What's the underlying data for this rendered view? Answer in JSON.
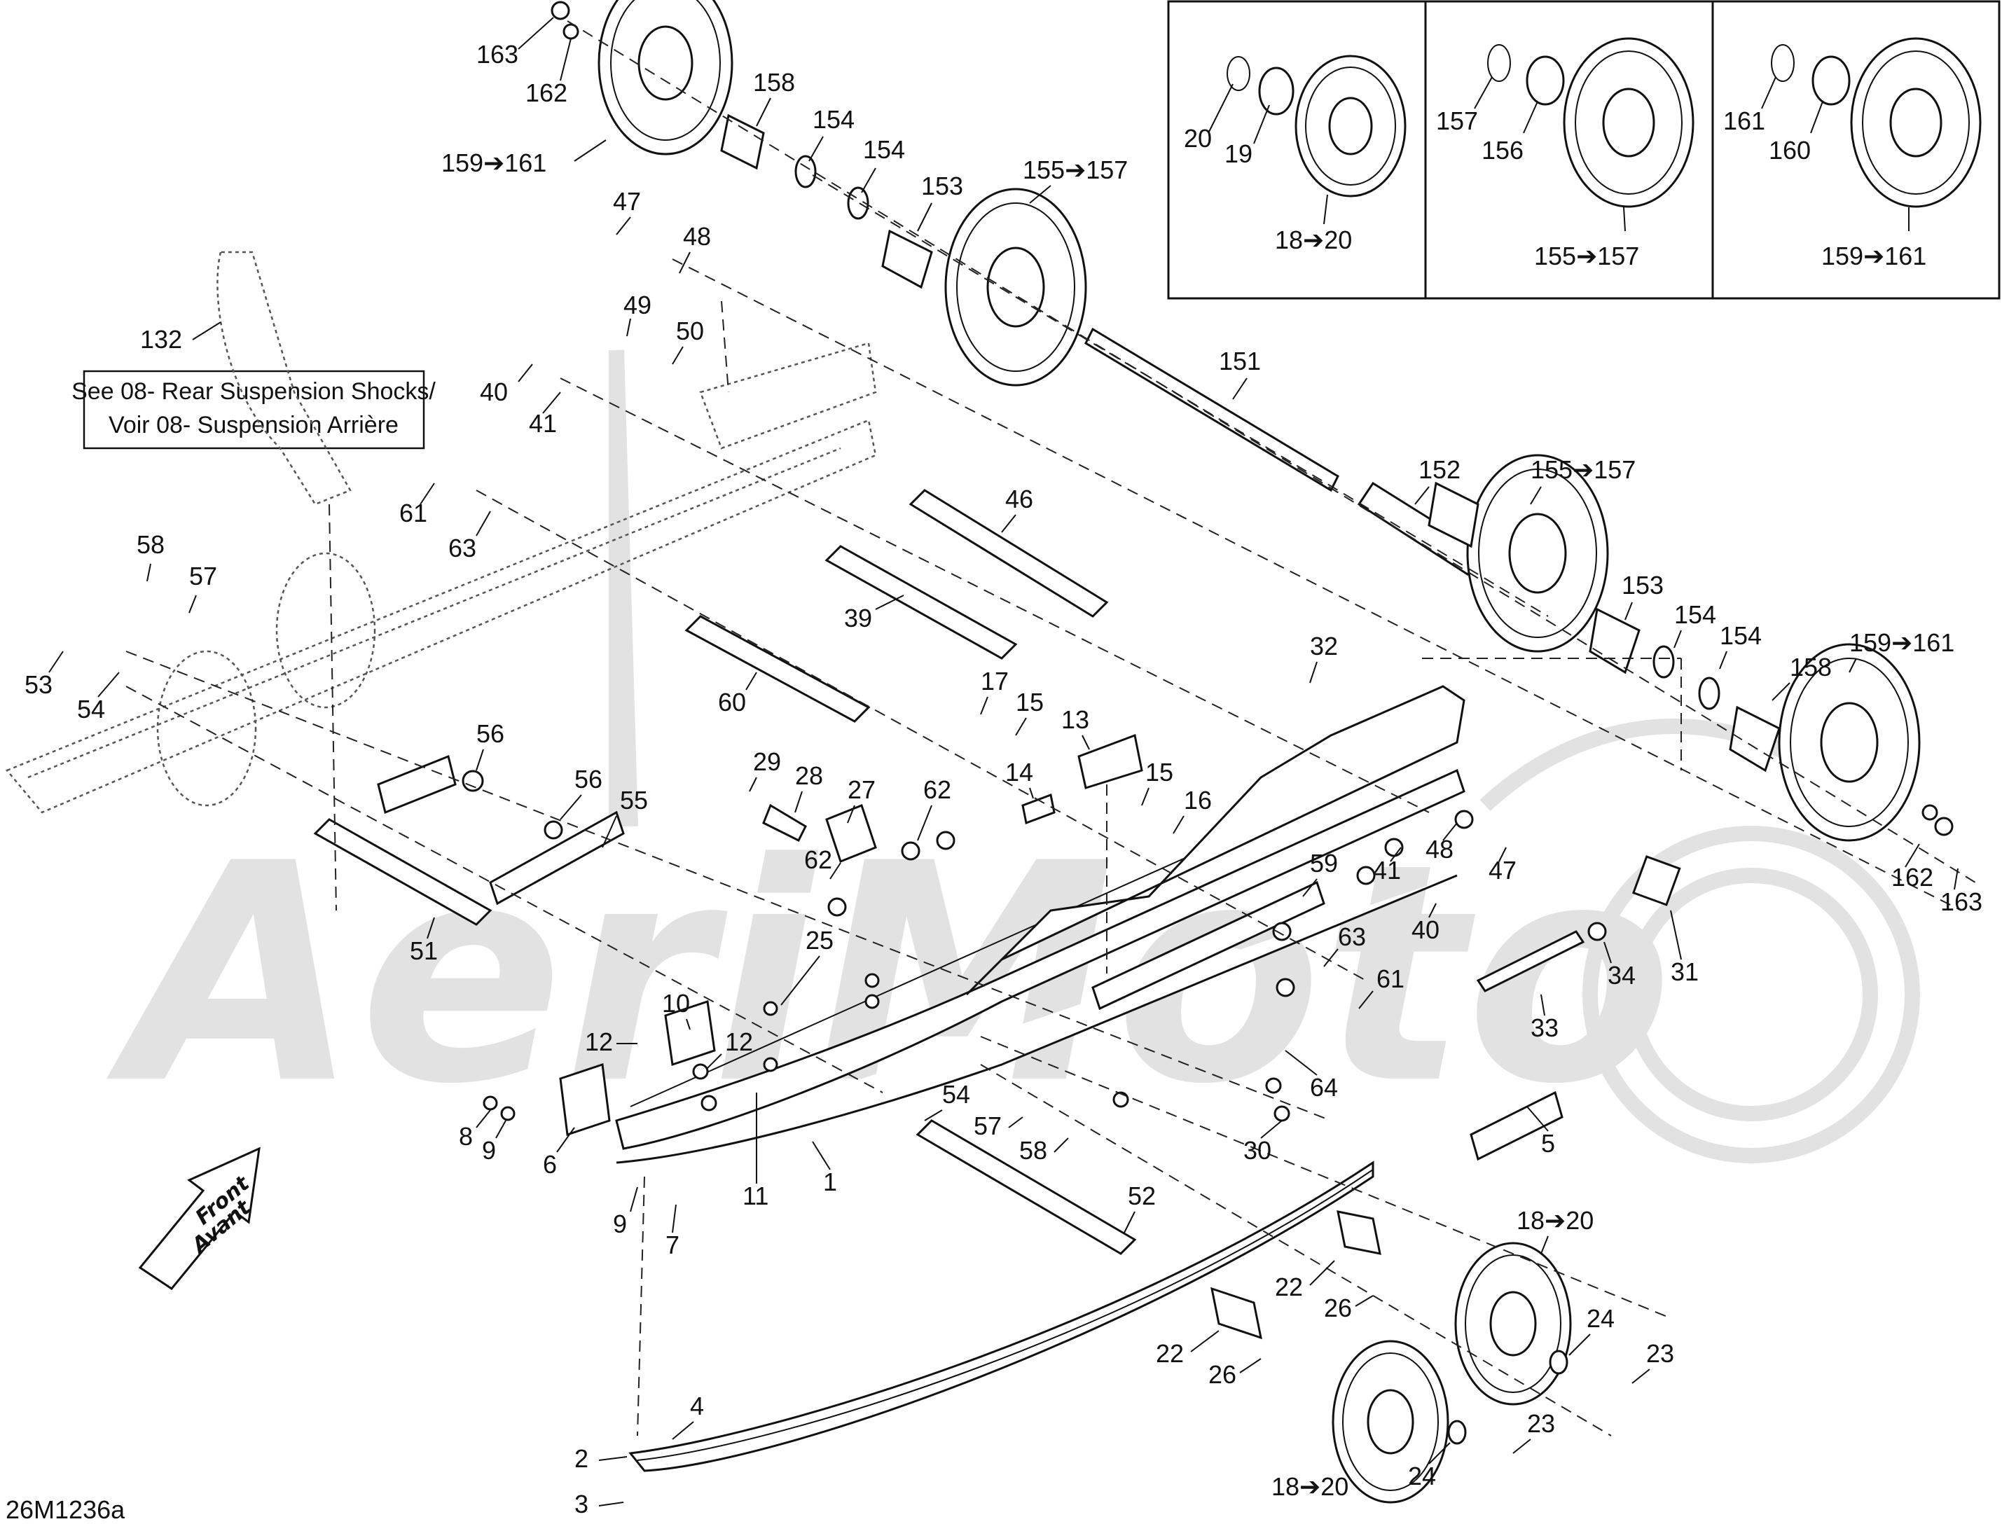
{
  "watermark": {
    "text": "AeriMoto"
  },
  "note_box": {
    "line1": "See 08- Rear Suspension Shocks/",
    "line2": "Voir 08- Suspension Arrière"
  },
  "front_arrow": {
    "line1": "Front",
    "line2": "Avant"
  },
  "diagram_code": "26M1236a",
  "inset_panels": [
    {
      "labels": [
        "20",
        "19",
        "18➔20"
      ]
    },
    {
      "labels": [
        "157",
        "156",
        "155➔157"
      ]
    },
    {
      "labels": [
        "161",
        "160",
        "159➔161"
      ]
    }
  ],
  "callouts": [
    "163",
    "162",
    "159➔161",
    "158",
    "154",
    "154",
    "153",
    "155➔157",
    "47",
    "48",
    "49",
    "50",
    "132",
    "40",
    "41",
    "151",
    "152",
    "155➔157",
    "46",
    "61",
    "63",
    "58",
    "57",
    "39",
    "153",
    "154",
    "154",
    "158",
    "159➔161",
    "53",
    "54",
    "60",
    "32",
    "17",
    "15",
    "13",
    "56",
    "29",
    "28",
    "27",
    "14",
    "15",
    "16",
    "56",
    "55",
    "62",
    "62",
    "48",
    "41",
    "47",
    "40",
    "162",
    "163",
    "59",
    "34",
    "31",
    "51",
    "25",
    "63",
    "61",
    "33",
    "10",
    "12",
    "12",
    "8",
    "9",
    "6",
    "54",
    "57",
    "58",
    "64",
    "30",
    "5",
    "11",
    "1",
    "52",
    "9",
    "7",
    "18➔20",
    "22",
    "26",
    "22",
    "26",
    "24",
    "23",
    "23",
    "24",
    "4",
    "2",
    "3",
    "18➔20"
  ],
  "colors": {
    "line": "#111111",
    "watermark": "#dcdcdc",
    "background": "#ffffff"
  }
}
